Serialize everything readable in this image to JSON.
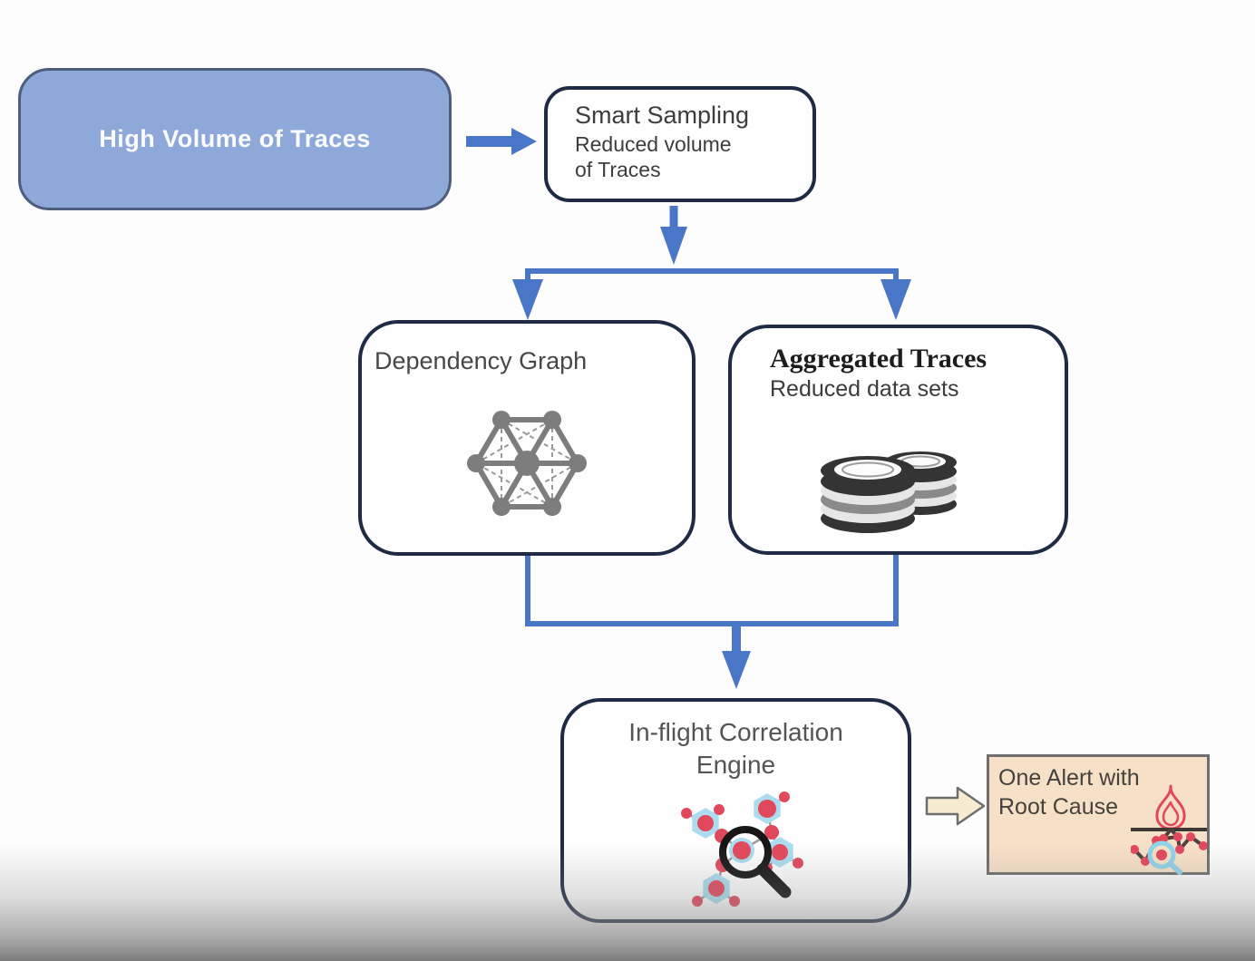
{
  "title": "Trace processing flow diagram",
  "colors": {
    "accent_blue": "#4472c4",
    "connector_blue": "#4a76c7",
    "high_volume_fill": "#8ea9d9",
    "high_volume_border": "#4e5c7d",
    "dark_box_border": "#1f2a44",
    "box_fill": "#fefefe",
    "alert_fill": "#f7e0c8",
    "alert_border": "#6e6e6e",
    "cream_arrow_fill": "#f7ecd2",
    "text_primary": "#3d3d3d",
    "icon_gray": "#7d7d7d",
    "icon_dark": "#343434",
    "icon_mid": "#8a8a8a",
    "icon_red": "#e2485c",
    "icon_light_blue": "#abdcf0",
    "page_bg": "#fdfdfd",
    "bottom_fade": "#8a8a8a"
  },
  "nodes": {
    "high_volume": {
      "label": "High Volume of Traces"
    },
    "smart_sampling": {
      "title": "Smart Sampling",
      "subtitle_lines": [
        "Reduced volume",
        "of Traces"
      ]
    },
    "dependency_graph": {
      "title": "Dependency Graph",
      "icon": "network-graph-icon"
    },
    "aggregated_traces": {
      "title": "Aggregated Traces",
      "subtitle": "Reduced data sets",
      "icon": "coin-stacks-icon"
    },
    "correlation_engine": {
      "title_lines": [
        "In-flight Correlation",
        "Engine"
      ],
      "icon": "molecule-magnifier-icon"
    },
    "one_alert": {
      "title_lines": [
        "One Alert with",
        "Root Cause"
      ],
      "icon": "flame-root-cause-icon"
    }
  }
}
